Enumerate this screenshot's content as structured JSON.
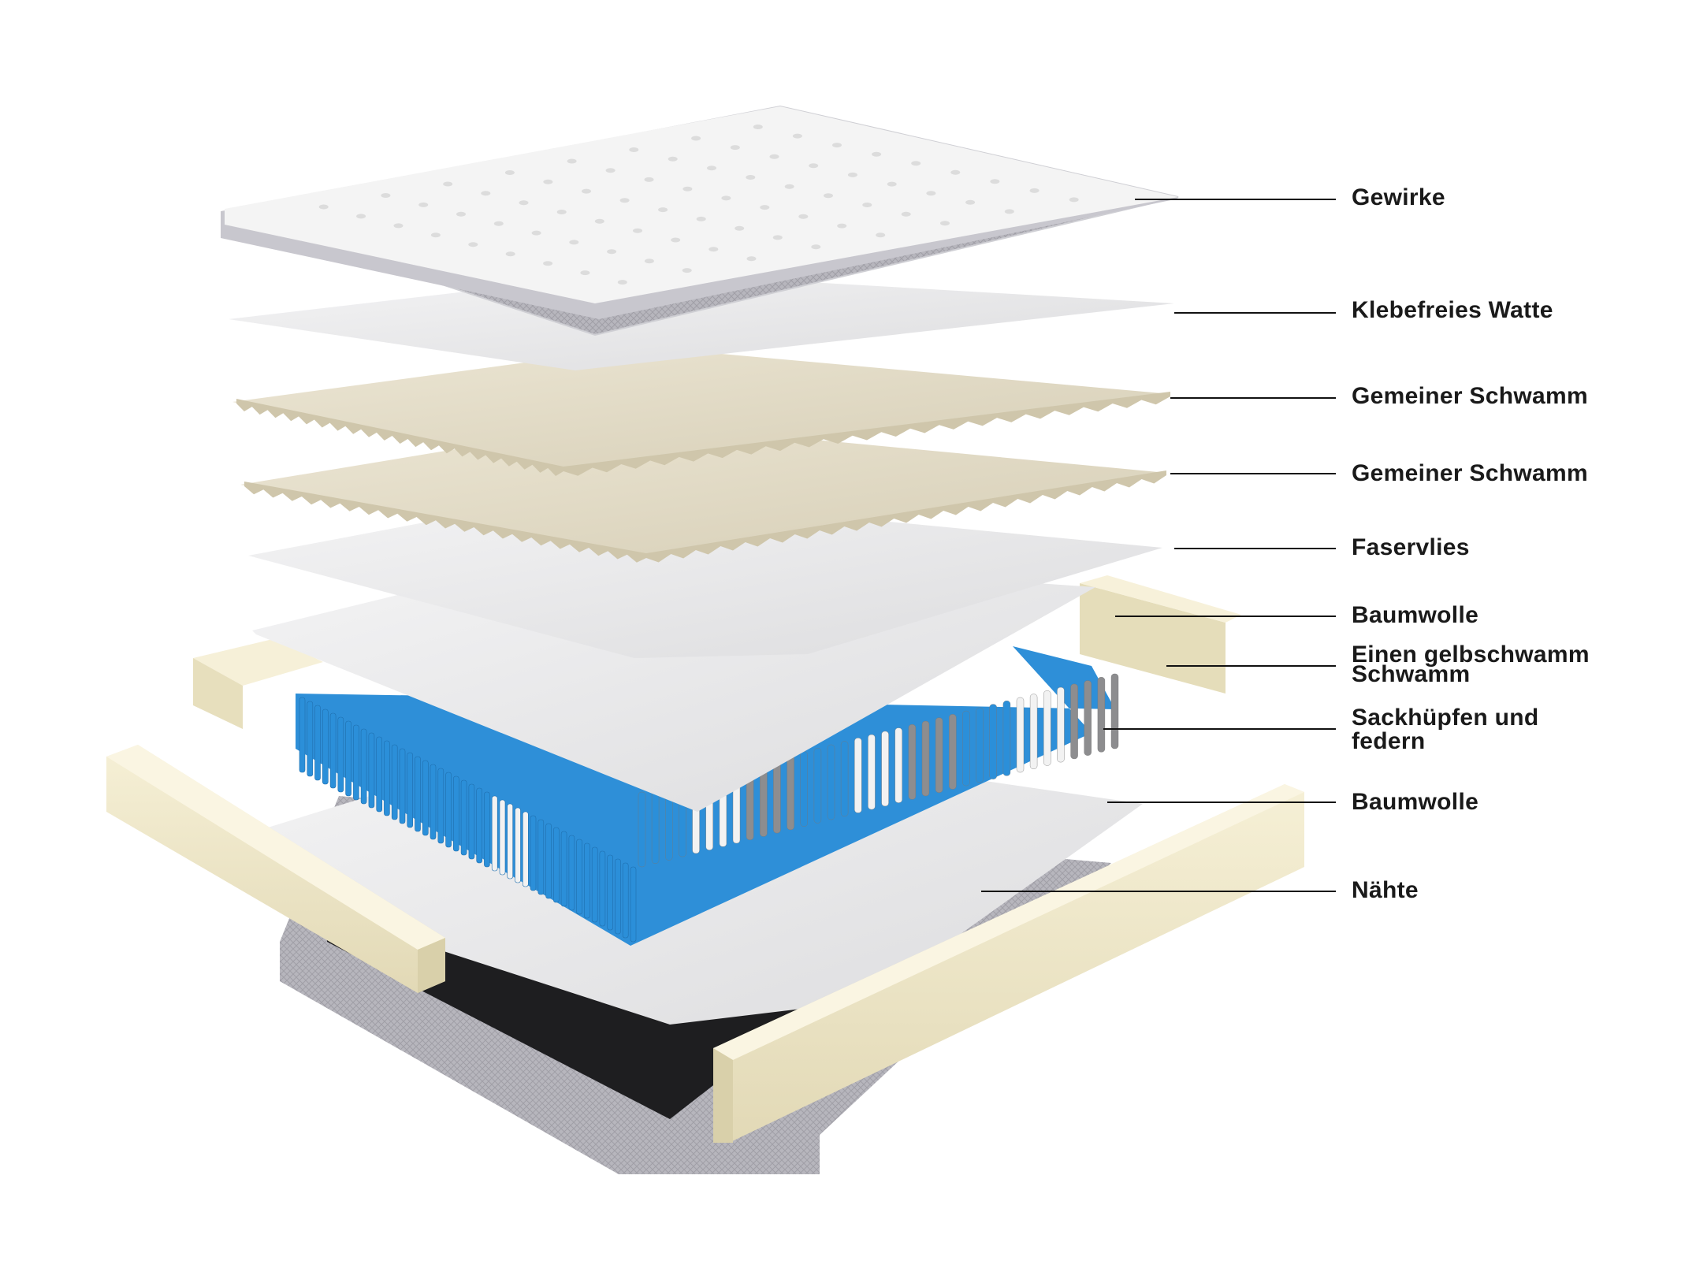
{
  "diagram": {
    "colors": {
      "cover": "#f3f3f3",
      "cover_side": "#b9b8bf",
      "sheet": "#e9e9ea",
      "foam_beige": "#e3dcc8",
      "foam_border": "#eee6c8",
      "spring_blue": "#2b8fd9",
      "spring_white": "#f2f2f2",
      "spring_grey": "#8d8d8f",
      "base_black": "#1c1c1e",
      "base_side": "#a6a5ab"
    },
    "labels": [
      {
        "id": "gewirke",
        "text": "Gewirke"
      },
      {
        "id": "watte",
        "text": "Klebefreies Watte"
      },
      {
        "id": "schwamm1",
        "text": "Gemeiner Schwamm"
      },
      {
        "id": "schwamm2",
        "text": "Gemeiner Schwamm"
      },
      {
        "id": "faservlies",
        "text": "Faservlies"
      },
      {
        "id": "baumwolle1",
        "text": "Baumwolle"
      },
      {
        "id": "gelbschwamm",
        "line1": "Einen gelbschwamm",
        "line2": "Schwamm"
      },
      {
        "id": "federn",
        "line1": "Sackhüpfen und",
        "line2": "federn"
      },
      {
        "id": "baumwolle2",
        "text": "Baumwolle"
      },
      {
        "id": "naehte",
        "text": "Nähte"
      }
    ]
  }
}
